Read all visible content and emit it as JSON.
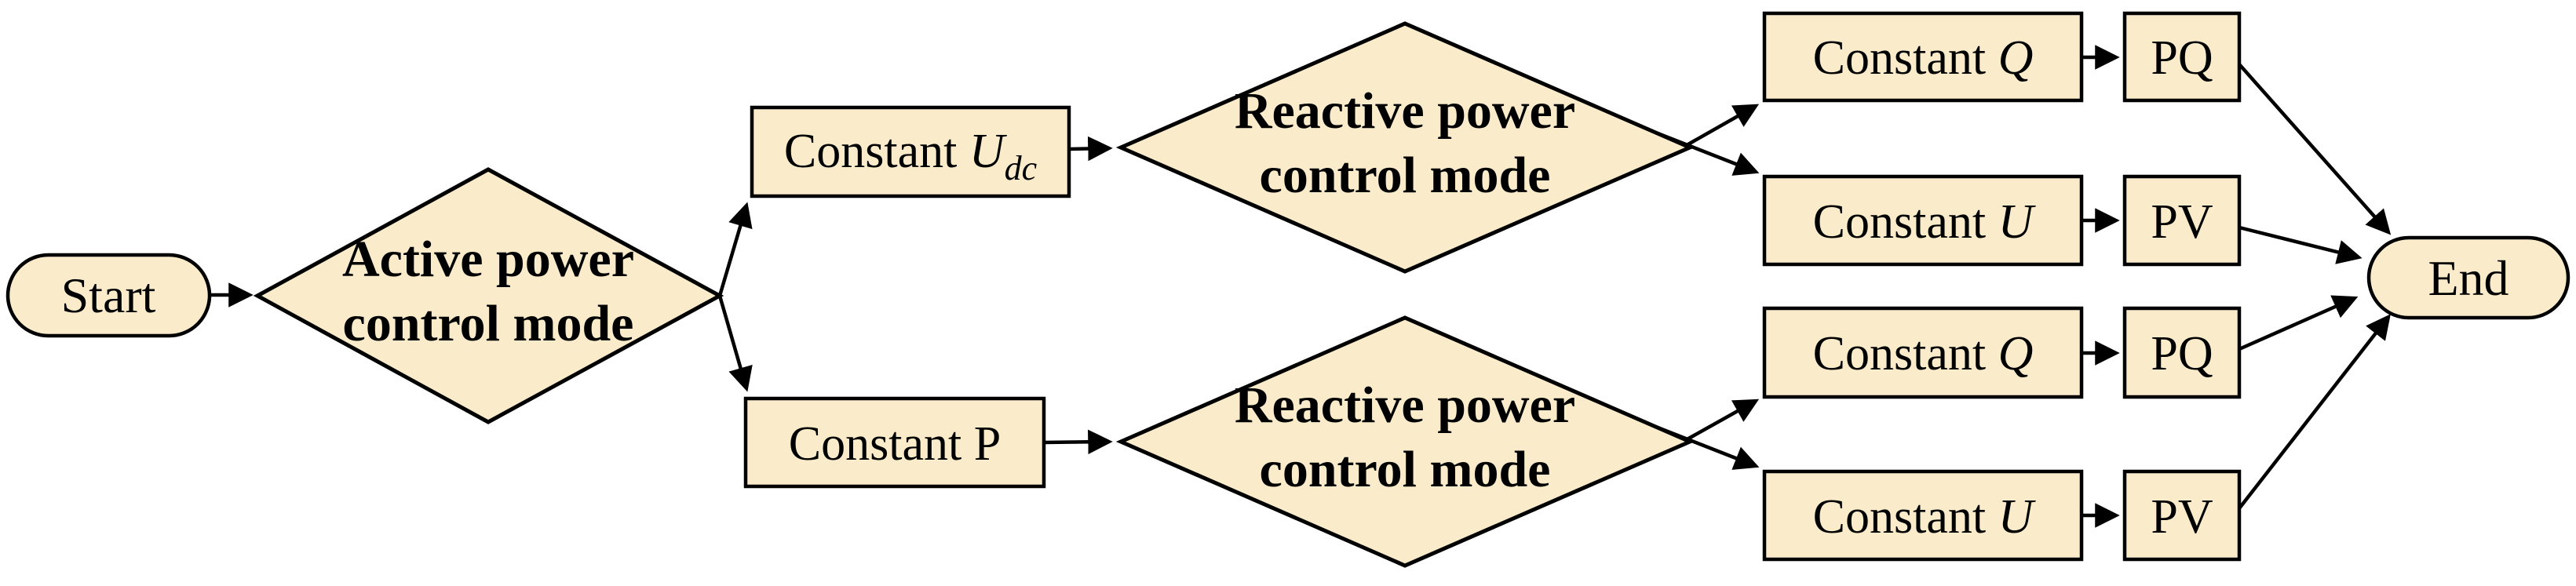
{
  "diagram": {
    "type": "flowchart",
    "background": "#ffffff",
    "node_fill": "#faecca",
    "node_stroke": "#000000",
    "nodes": {
      "start": {
        "label": "Start",
        "shape": "stadium"
      },
      "active_power": {
        "line1": "Active power",
        "line2": "control mode",
        "shape": "diamond"
      },
      "constant_udc": {
        "prefix": "Constant ",
        "symbol": "U",
        "subscript": "dc",
        "shape": "rect"
      },
      "constant_p": {
        "label": "Constant P",
        "shape": "rect"
      },
      "reactive_power_top": {
        "line1": "Reactive power",
        "line2": "control mode",
        "shape": "diamond"
      },
      "reactive_power_bottom": {
        "line1": "Reactive power",
        "line2": "control mode",
        "shape": "diamond"
      },
      "constant_q_top": {
        "prefix": "Constant ",
        "symbol": "Q",
        "shape": "rect"
      },
      "pq_top": {
        "label": "PQ",
        "shape": "rect"
      },
      "constant_u_top": {
        "prefix": "Constant ",
        "symbol": "U",
        "shape": "rect"
      },
      "pv_top": {
        "label": "PV",
        "shape": "rect"
      },
      "constant_q_bottom": {
        "prefix": "Constant ",
        "symbol": "Q",
        "shape": "rect"
      },
      "pq_bottom": {
        "label": "PQ",
        "shape": "rect"
      },
      "constant_u_bottom": {
        "prefix": "Constant ",
        "symbol": "U",
        "shape": "rect"
      },
      "pv_bottom": {
        "label": "PV",
        "shape": "rect"
      },
      "end": {
        "label": "End",
        "shape": "stadium"
      }
    },
    "edges": [
      {
        "from": "start",
        "to": "active_power"
      },
      {
        "from": "active_power",
        "to": "constant_udc"
      },
      {
        "from": "active_power",
        "to": "constant_p"
      },
      {
        "from": "constant_udc",
        "to": "reactive_power_top"
      },
      {
        "from": "constant_p",
        "to": "reactive_power_bottom"
      },
      {
        "from": "reactive_power_top",
        "to": "constant_q_top"
      },
      {
        "from": "reactive_power_top",
        "to": "constant_u_top"
      },
      {
        "from": "reactive_power_bottom",
        "to": "constant_q_bottom"
      },
      {
        "from": "reactive_power_bottom",
        "to": "constant_u_bottom"
      },
      {
        "from": "constant_q_top",
        "to": "pq_top"
      },
      {
        "from": "constant_u_top",
        "to": "pv_top"
      },
      {
        "from": "constant_q_bottom",
        "to": "pq_bottom"
      },
      {
        "from": "constant_u_bottom",
        "to": "pv_bottom"
      },
      {
        "from": "pq_top",
        "to": "end"
      },
      {
        "from": "pv_top",
        "to": "end"
      },
      {
        "from": "pq_bottom",
        "to": "end"
      },
      {
        "from": "pv_bottom",
        "to": "end"
      }
    ]
  }
}
